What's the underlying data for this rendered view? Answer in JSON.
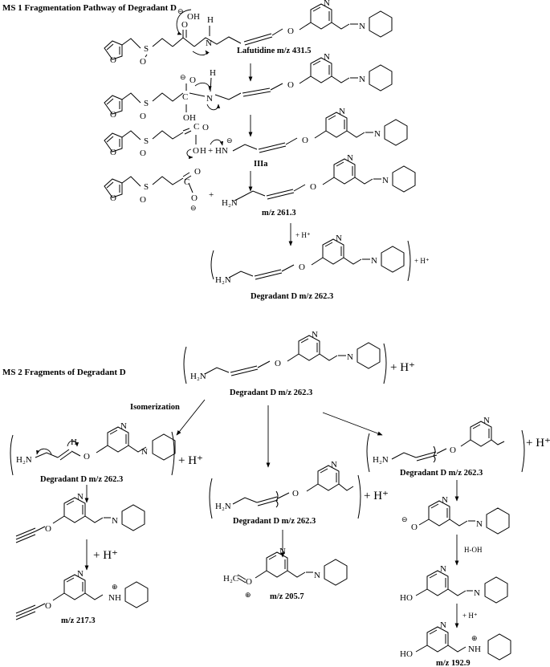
{
  "headers": {
    "ms1": "MS 1 Fragmentation Pathway of Degradant D",
    "ms2": "MS 2 Fragments of Degradant D"
  },
  "labels": {
    "lafutidine": "Lafutidine m/z 431.5",
    "iiia": "IIIa",
    "mz261": "m/z 261.3",
    "degD": "Degradant D m/z 262.3",
    "isomerization": "Isomerization",
    "mz217": "m/z 217.3",
    "mz205": "m/z 205.7",
    "mz192": "m/z 192.9"
  },
  "reagents": {
    "hplus": "+ H⁺",
    "hoh": "H-OH"
  },
  "atoms": {
    "N": "N",
    "O": "O",
    "S": "S",
    "H": "H",
    "OH": "OH",
    "NH": "NH",
    "HN": "HN",
    "H2N": "H₂N",
    "H2C": "H₂C",
    "HO": "HO",
    "plus": "+",
    "minus": "⊖",
    "oplus": "⊕"
  }
}
